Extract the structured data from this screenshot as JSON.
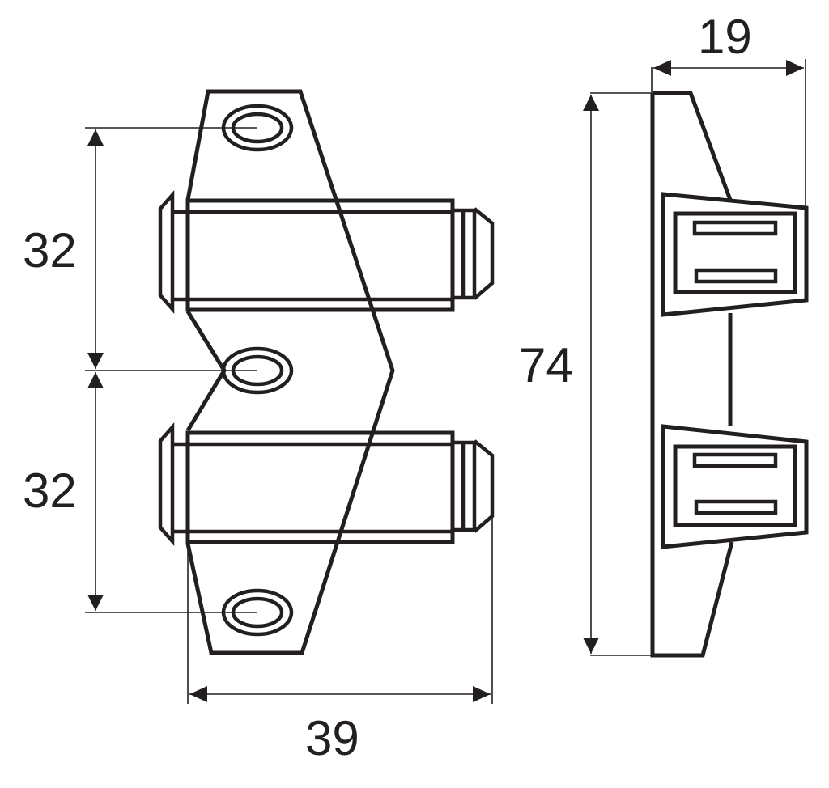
{
  "diagram": {
    "type": "technical-drawing",
    "subject": "double push-to-open magnetic latch",
    "line_color": "#231f20",
    "background": "#ffffff",
    "views": [
      {
        "name": "front-view",
        "description": "two push latch cylinders on a zig-zag mounting plate with three screw holes"
      },
      {
        "name": "side-view",
        "description": "profile showing base plate and two latch bodies"
      }
    ],
    "dimensions": {
      "upper_hole_spacing": "32",
      "lower_hole_spacing": "32",
      "front_width": "39",
      "total_height": "74",
      "side_depth": "19"
    },
    "unit": "mm"
  }
}
